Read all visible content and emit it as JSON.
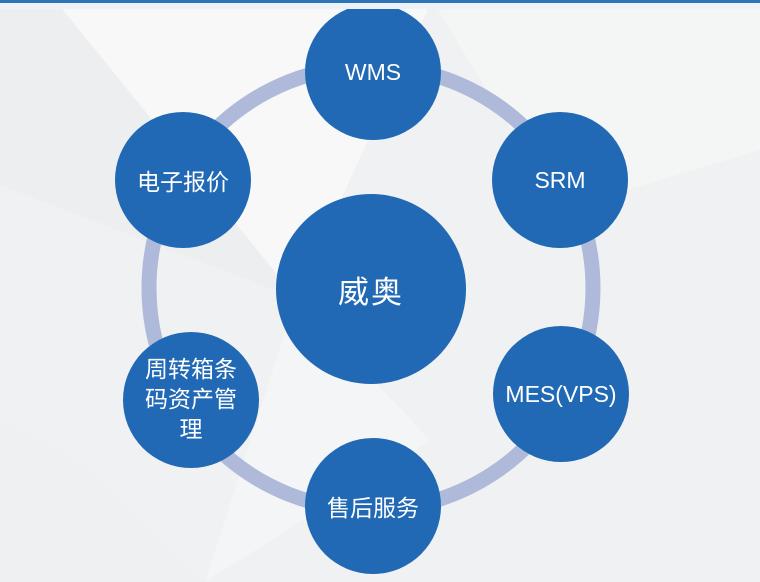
{
  "slide": {
    "top_bar_color": "#2e74b8",
    "background_color": "#f0f1f2"
  },
  "diagram": {
    "type": "hub-and-spoke",
    "center_label": "威奥",
    "nodes": [
      {
        "id": "wms",
        "label": "WMS",
        "position": "top"
      },
      {
        "id": "srm",
        "label": "SRM",
        "position": "upper-right"
      },
      {
        "id": "mes-vps",
        "label": "MES(VPS)",
        "position": "lower-right"
      },
      {
        "id": "after-sales",
        "label": "售后服务",
        "position": "bottom"
      },
      {
        "id": "turnover-box",
        "label": "周转箱条码资产管理",
        "position": "lower-left"
      },
      {
        "id": "e-quotation",
        "label": "电子报价",
        "position": "upper-left"
      }
    ],
    "colors": {
      "node_fill": "#2169b4",
      "ring": "#afbada",
      "label_text": "#ffffff"
    }
  }
}
